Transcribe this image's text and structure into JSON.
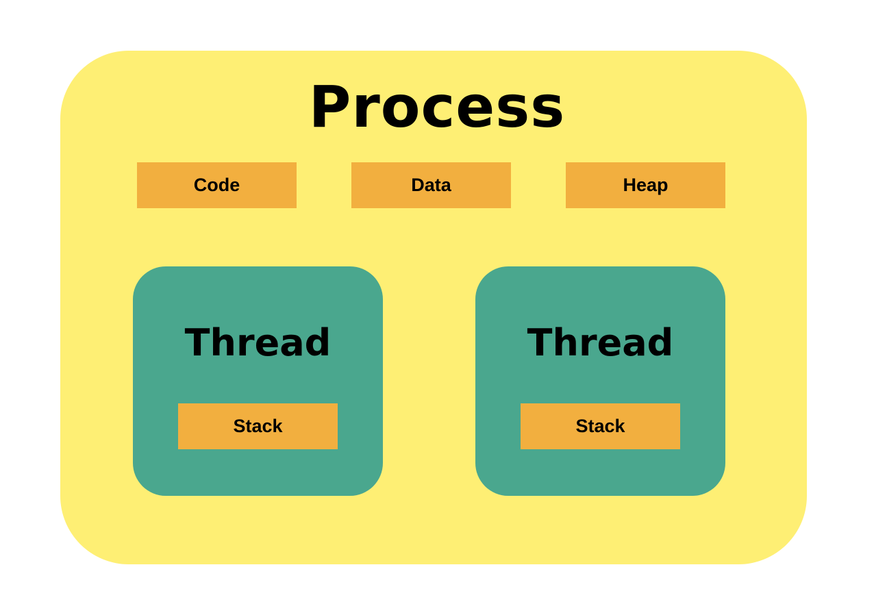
{
  "colors": {
    "process_fill": "#FEEF74",
    "segment_fill": "#F2AF3F",
    "thread_fill": "#4AA78E",
    "text": "#000000",
    "background": "#FFFFFF"
  },
  "process": {
    "title": "Process",
    "segments": [
      "Code",
      "Data",
      "Heap"
    ]
  },
  "threads": [
    {
      "title": "Thread",
      "stack_label": "Stack"
    },
    {
      "title": "Thread",
      "stack_label": "Stack"
    }
  ]
}
